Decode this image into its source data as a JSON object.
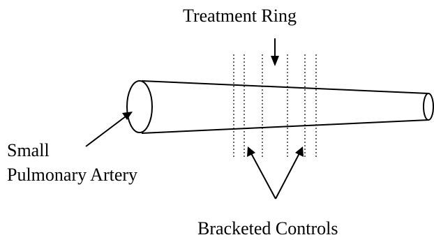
{
  "labels": {
    "treatment_ring": "Treatment Ring",
    "small": "Small",
    "pulmonary_artery": "Pulmonary Artery",
    "bracketed_controls": "Bracketed Controls"
  },
  "colors": {
    "ink": "#000000",
    "background": "#ffffff"
  }
}
